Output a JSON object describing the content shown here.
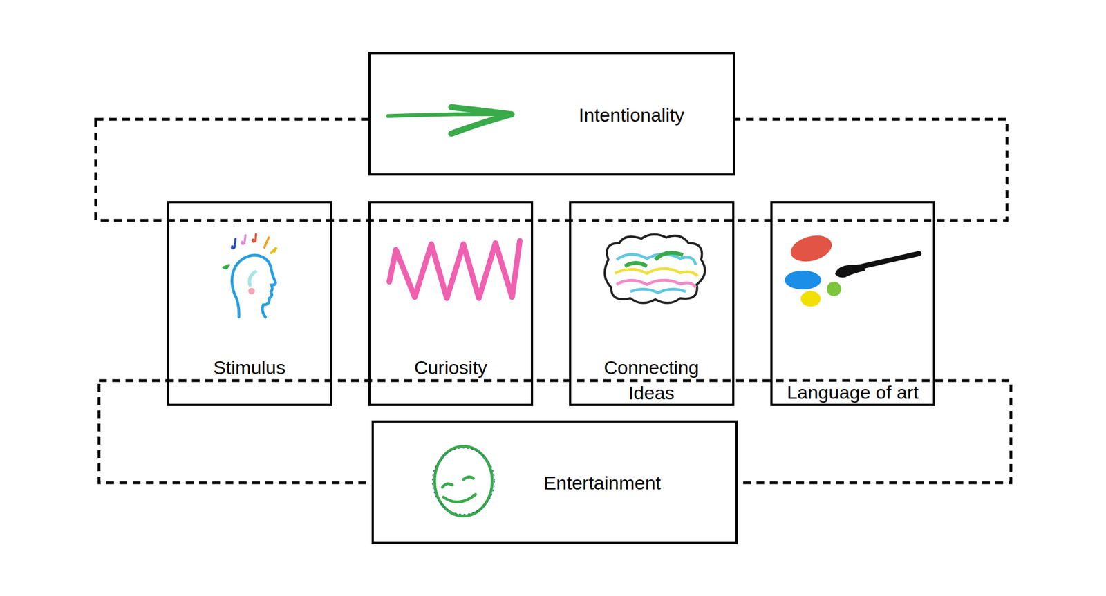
{
  "diagram": {
    "nodes": [
      {
        "text": [
          "Intentionality"
        ]
      },
      {
        "text": [
          "Stimulus"
        ]
      },
      {
        "text": [
          "Curiosity"
        ]
      },
      {
        "text": [
          "Connecting Ideas"
        ]
      },
      {
        "text": [
          "Language of art"
        ]
      },
      {
        "text": [
          "Entertainment"
        ]
      }
    ]
  }
}
